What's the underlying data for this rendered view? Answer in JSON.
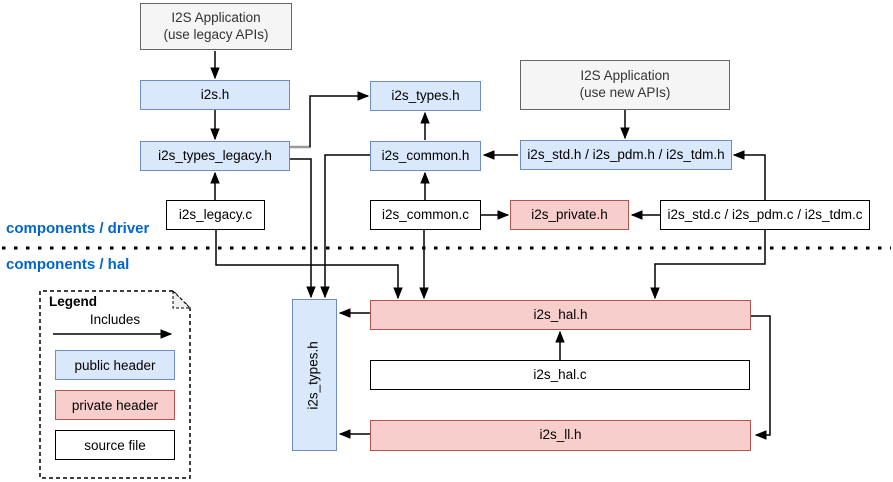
{
  "sections": {
    "driver": "components / driver",
    "hal": "components / hal"
  },
  "nodes": {
    "app_legacy": {
      "line1": "I2S Application",
      "line2": "(use legacy APIs)",
      "type": "application"
    },
    "i2s_h": {
      "label": "i2s.h",
      "type": "public header"
    },
    "i2s_types_legacy_h": {
      "label": "i2s_types_legacy.h",
      "type": "public header"
    },
    "i2s_legacy_c": {
      "label": "i2s_legacy.c",
      "type": "source file"
    },
    "i2s_types_h_driver": {
      "label": "i2s_types.h",
      "type": "public header"
    },
    "i2s_common_h": {
      "label": "i2s_common.h",
      "type": "public header"
    },
    "i2s_common_c": {
      "label": "i2s_common.c",
      "type": "source file"
    },
    "app_new": {
      "line1": "I2S Application",
      "line2": "(use new APIs)",
      "type": "application"
    },
    "i2s_std_pdm_tdm_h": {
      "label": "i2s_std.h / i2s_pdm.h / i2s_tdm.h",
      "type": "public header"
    },
    "i2s_private_h": {
      "label": "i2s_private.h",
      "type": "private header"
    },
    "i2s_std_pdm_tdm_c": {
      "label": "i2s_std.c / i2s_pdm.c / i2s_tdm.c",
      "type": "source file"
    },
    "i2s_types_h_hal": {
      "label": "i2s_types.h",
      "type": "public header"
    },
    "i2s_hal_h": {
      "label": "i2s_hal.h",
      "type": "private header"
    },
    "i2s_hal_c": {
      "label": "i2s_hal.c",
      "type": "source file"
    },
    "i2s_ll_h": {
      "label": "i2s_ll.h",
      "type": "private header"
    }
  },
  "legend": {
    "title": "Legend",
    "arrow_label": "Includes",
    "items": [
      {
        "label": "public header",
        "fill": "#dae8fc",
        "border": "#6c8ebf"
      },
      {
        "label": "private header",
        "fill": "#f8cecc",
        "border": "#b85450"
      },
      {
        "label": "source file",
        "fill": "#ffffff",
        "border": "#000000"
      }
    ]
  },
  "colors": {
    "public_header_fill": "#dae8fc",
    "public_header_border": "#6c8ebf",
    "private_header_fill": "#f8cecc",
    "private_header_border": "#b85450",
    "application_fill": "#f5f5f5",
    "application_border": "#666666",
    "source_fill": "#ffffff",
    "source_border": "#000000",
    "section_label": "#0066cc",
    "edge": "#000000"
  }
}
